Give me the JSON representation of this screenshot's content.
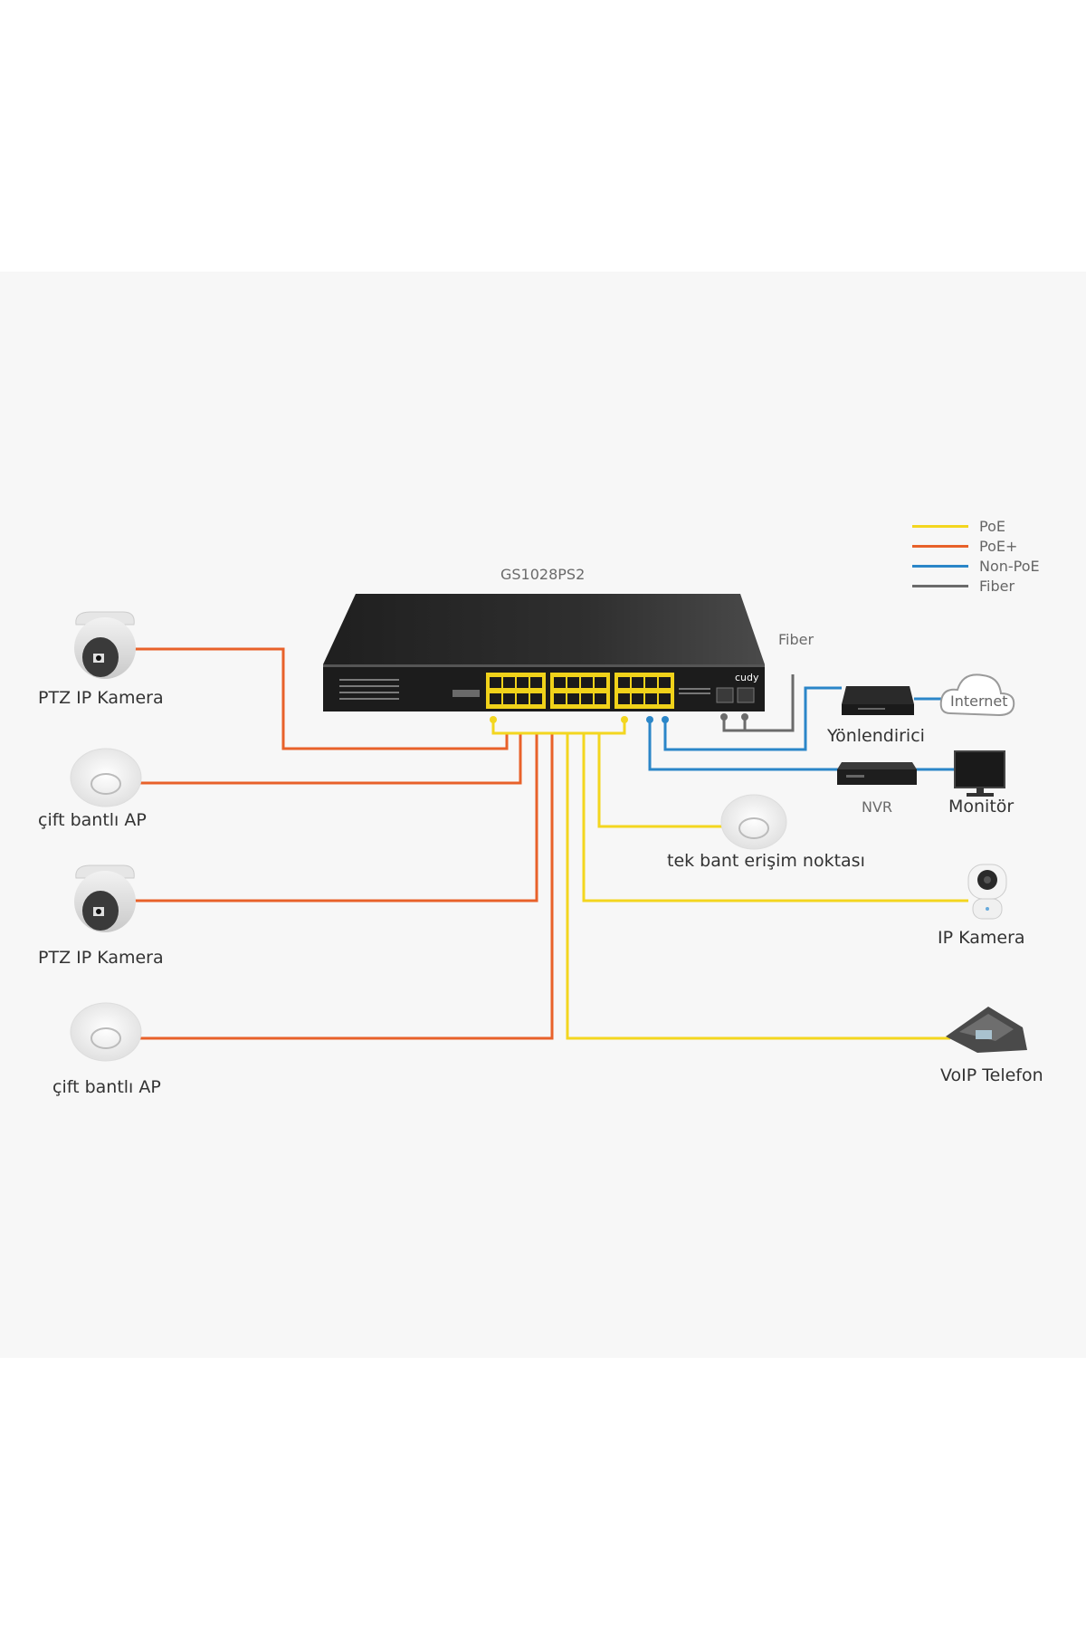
{
  "switch": {
    "model": "GS1028PS2",
    "brand": "cudy"
  },
  "legend": [
    {
      "label": "PoE",
      "color": "#f3d61f"
    },
    {
      "label": "PoE+",
      "color": "#e8612a"
    },
    {
      "label": "Non-PoE",
      "color": "#2b86c8"
    },
    {
      "label": "Fiber",
      "color": "#6b6b6b"
    }
  ],
  "devices": {
    "ptz_camera_1": "PTZ IP Kamera",
    "dual_ap_1": "çift bantlı AP",
    "ptz_camera_2": "PTZ IP Kamera",
    "dual_ap_2": "çift bantlı AP",
    "fiber": "Fiber",
    "router": "Yönlendirici",
    "internet": "Internet",
    "nvr": "NVR",
    "monitor": "Monitör",
    "single_ap": "tek bant erişim noktası",
    "ip_camera": "IP Kamera",
    "voip_phone": "VoIP Telefon"
  },
  "colors": {
    "background": "#f7f7f7",
    "switch_body": "#2a2a2a",
    "port_accent": "#f0d21a"
  }
}
